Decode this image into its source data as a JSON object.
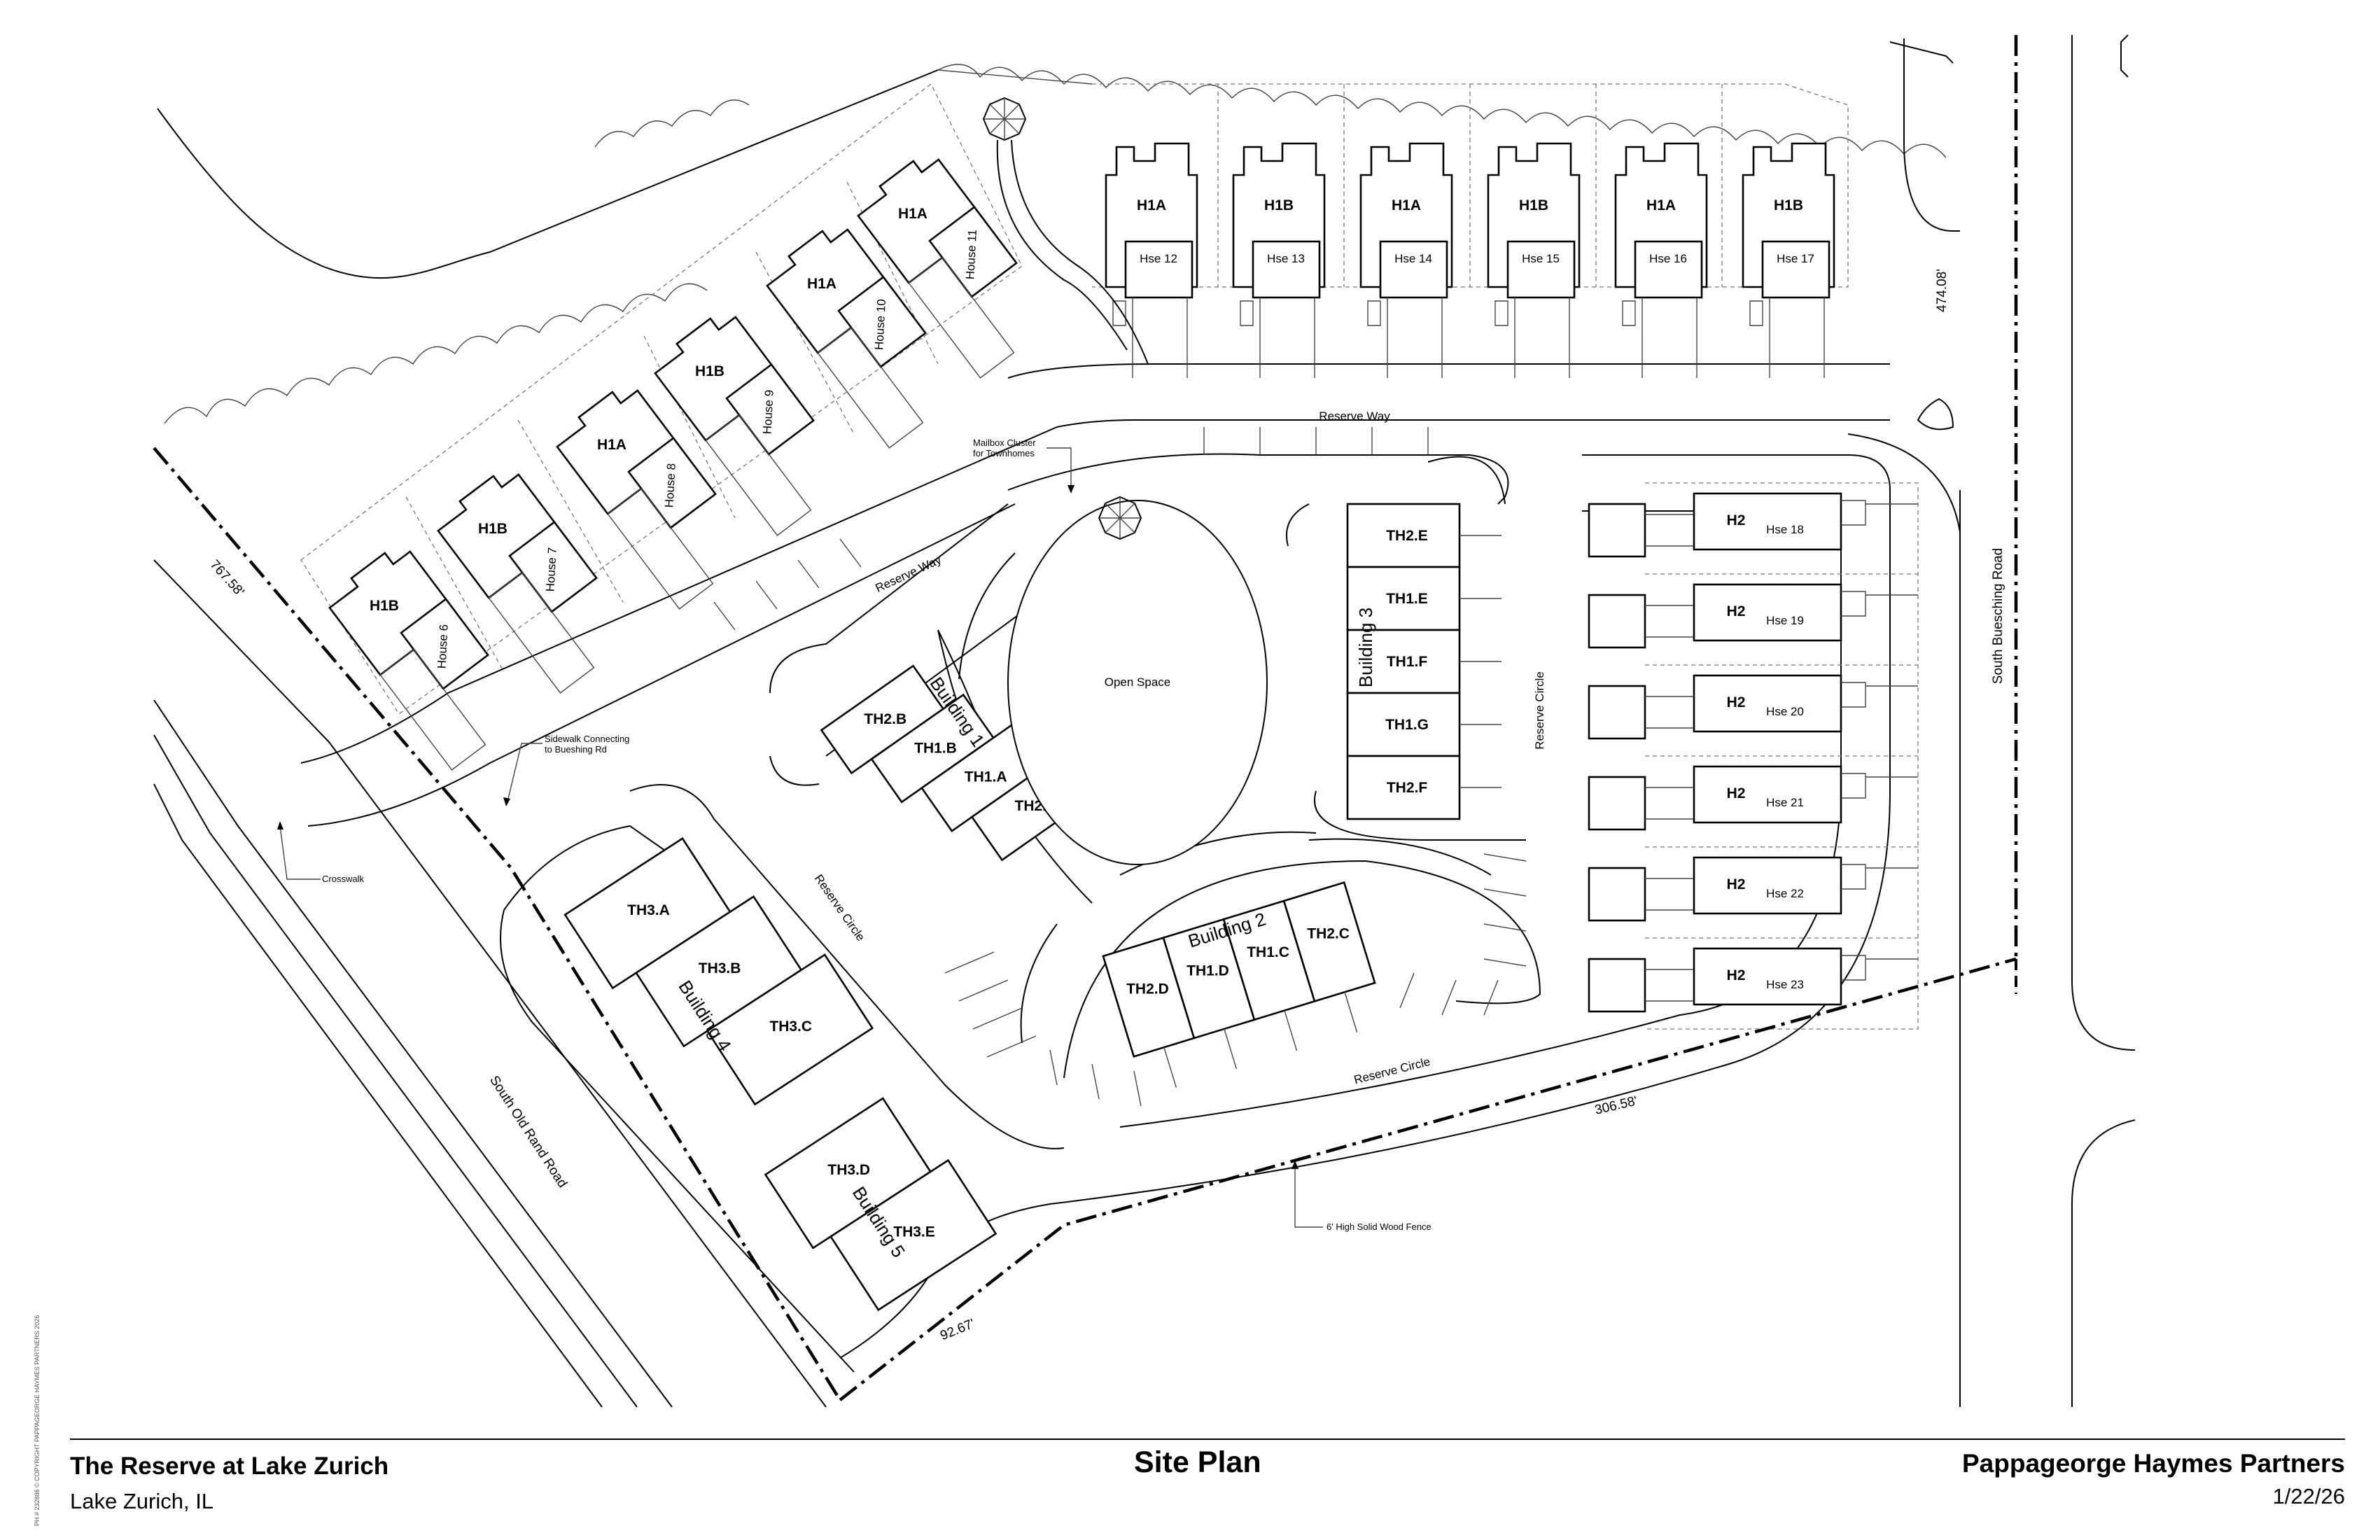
{
  "title_block": {
    "project_name": "The Reserve at Lake Zurich",
    "location": "Lake Zurich, IL",
    "sheet_title": "Site Plan",
    "firm": "Pappageorge Haymes Partners",
    "date": "1/22/26",
    "copyright": "PH # 232886 © COPYRIGHT PAPPAGEORGE HAYMES PARTNERS 2026"
  },
  "north_lots": [
    {
      "type": "H1A",
      "house": "Hse 12"
    },
    {
      "type": "H1B",
      "house": "Hse 13"
    },
    {
      "type": "H1A",
      "house": "Hse 14"
    },
    {
      "type": "H1B",
      "house": "Hse 15"
    },
    {
      "type": "H1A",
      "house": "Hse 16"
    },
    {
      "type": "H1B",
      "house": "Hse 17"
    }
  ],
  "diagonal_lots": [
    {
      "type": "H1B",
      "house": "House 6"
    },
    {
      "type": "H1B",
      "house": "House 7"
    },
    {
      "type": "H1A",
      "house": "House 8"
    },
    {
      "type": "H1B",
      "house": "House 9"
    },
    {
      "type": "H1A",
      "house": "House 10"
    },
    {
      "type": "H1A",
      "house": "House 11"
    }
  ],
  "east_lots": [
    {
      "type": "H2",
      "house": "Hse 18"
    },
    {
      "type": "H2",
      "house": "Hse 19"
    },
    {
      "type": "H2",
      "house": "Hse 20"
    },
    {
      "type": "H2",
      "house": "Hse 21"
    },
    {
      "type": "H2",
      "house": "Hse 22"
    },
    {
      "type": "H2",
      "house": "Hse 23"
    }
  ],
  "buildings": {
    "building_1": {
      "name": "Building 1",
      "units": [
        "TH2.B",
        "TH1.B",
        "TH1.A",
        "TH2.A"
      ]
    },
    "building_2": {
      "name": "Building 2",
      "units": [
        "TH2.D",
        "TH1.D",
        "TH1.C",
        "TH2.C"
      ]
    },
    "building_3": {
      "name": "Building 3",
      "units": [
        "TH2.E",
        "TH1.E",
        "TH1.F",
        "TH1.G",
        "TH2.F"
      ]
    },
    "building_4": {
      "name": "Building 4",
      "units": [
        "TH3.A",
        "TH3.B",
        "TH3.C"
      ]
    },
    "building_5": {
      "name": "Building 5",
      "units": [
        "TH3.D",
        "TH3.E"
      ]
    }
  },
  "labels": {
    "open_space": "Open Space",
    "reserve_way_north": "Reserve Way",
    "reserve_way_west": "Reserve Way",
    "reserve_circle_east": "Reserve Circle",
    "reserve_circle_south": "Reserve Circle",
    "reserve_circle_west": "Reserve Circle",
    "south_bueschng_road": "South Buesching Road",
    "south_old_rand_road": "South Old Rand Road",
    "mailbox_line1": "Mailbox Cluster",
    "mailbox_line2": "for Townhomes",
    "sidewalk_line1": "Sidewalk Connecting",
    "sidewalk_line2": "to Bueshing Rd",
    "crosswalk": "Crosswalk",
    "fence": "6' High Solid Wood Fence"
  },
  "dimensions": {
    "east": "474.08'",
    "west": "767.58'",
    "south": "306.58'",
    "southwest": "92.67'"
  }
}
